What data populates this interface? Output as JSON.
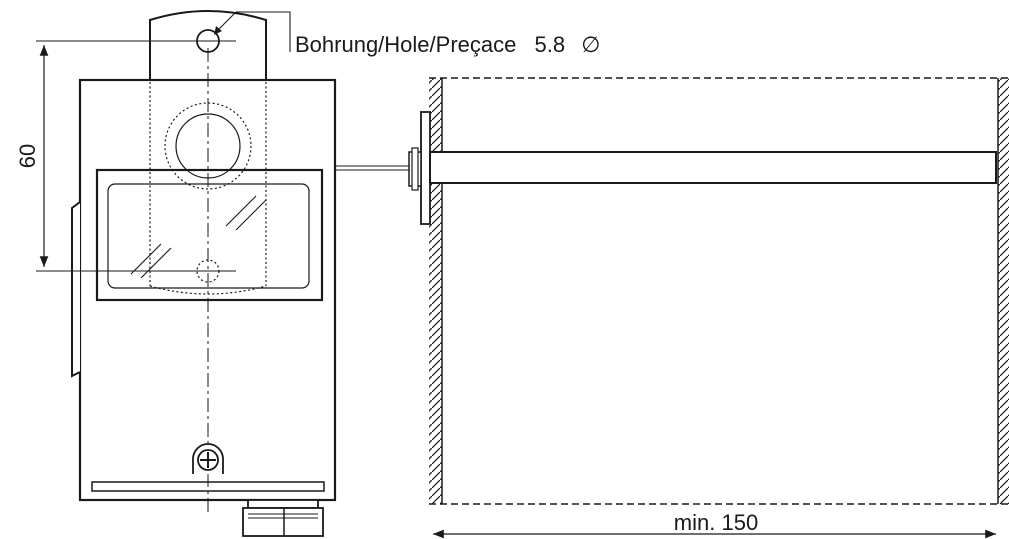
{
  "diagram": {
    "hole_label": "Bohrung/Hole/Preçace",
    "hole_value": "5.8",
    "diameter_symbol": "∅",
    "vertical_dimension": "60",
    "horizontal_dimension": "min. 150"
  },
  "colors": {
    "line": "#1a1a1a",
    "background": "#ffffff"
  }
}
